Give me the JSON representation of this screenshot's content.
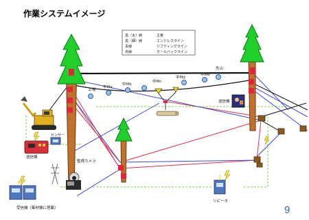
{
  "title": "作業システムイメージ",
  "page_number": "9",
  "legend": {
    "rows": [
      {
        "swatch": "黒（太）線",
        "text": "主索"
      },
      {
        "swatch": "黒（細）線",
        "text": "エンドレスライン"
      },
      {
        "swatch": "青線",
        "text": "リフティングライン"
      },
      {
        "swatch": "赤線",
        "text": "ホールバックライン"
      }
    ]
  },
  "station_labels": {
    "upper": "上場",
    "mid1": "中Ma",
    "mid2": "中Mb",
    "mid3": "中Mc",
    "mid4": "中Md",
    "mid5": "中Me",
    "lower": "先山"
  },
  "equipment_labels": {
    "transmitter_top": "送信機",
    "sensor": "センサー",
    "transmitter_left": "送信機",
    "camera": "監視カメラ",
    "receiver": "受信機（集材機に搭載）",
    "repeater": "リピータ"
  },
  "colors": {
    "main_cable": "#111111",
    "lifting_line": "#3b4bd8",
    "haulback_line": "#e0304a",
    "signal_line": "#7ccf4a",
    "tree_foliage": "#1fcf2a",
    "trunk": "#c0722c"
  }
}
